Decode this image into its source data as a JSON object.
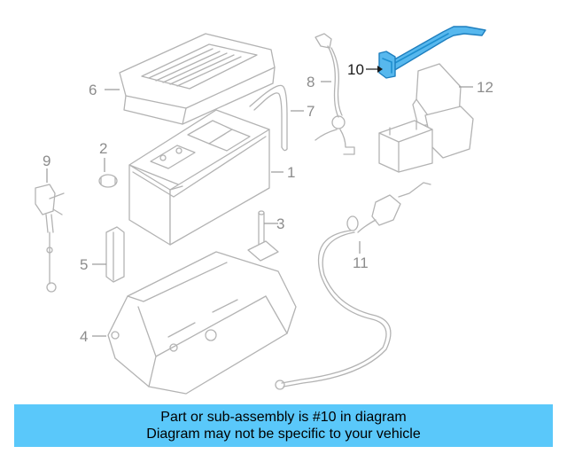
{
  "callouts": {
    "c1": "1",
    "c2": "2",
    "c3": "3",
    "c4": "4",
    "c5": "5",
    "c6": "6",
    "c7": "7",
    "c8": "8",
    "c9": "9",
    "c10": "10",
    "c11": "11",
    "c12": "12"
  },
  "highlighted_part": "10",
  "colors": {
    "highlight": "#57b8ee",
    "banner": "#5ac8fa",
    "line_art": "#b3b3b3"
  },
  "banner": {
    "line1": "Part or sub-assembly is #10 in diagram",
    "line2": "Diagram may not be specific to your vehicle"
  }
}
